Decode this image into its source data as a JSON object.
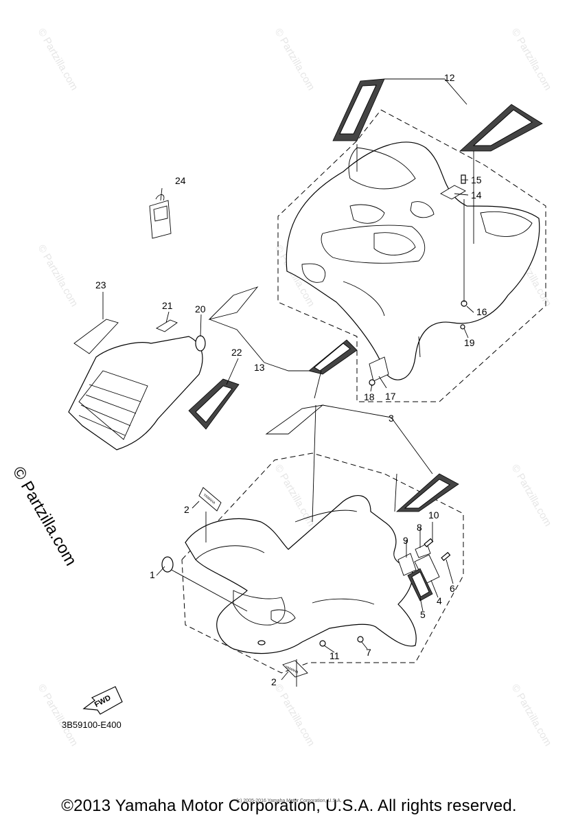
{
  "diagram": {
    "code": "3B59100-E400",
    "copyright": "©2013 Yamaha Motor Corporation, U.S.A. All rights reserved.",
    "copyright_small": "(c) 2005-2016 Yamaha Motor Corporation, U.S.A.",
    "site_mark": "© Partzilla.com",
    "watermark": "© Partzilla.com",
    "fwd_label": "FWD",
    "decal_text": "YAMAHA",
    "callouts": {
      "c1": "1",
      "c2a": "2",
      "c2b": "2",
      "c3": "3",
      "c4": "4",
      "c5": "5",
      "c6": "6",
      "c7": "7",
      "c8": "8",
      "c9": "9",
      "c10": "10",
      "c11": "11",
      "c12": "12",
      "c13": "13",
      "c14": "14",
      "c15": "15",
      "c16": "16",
      "c17": "17",
      "c18": "18",
      "c19": "19",
      "c20": "20",
      "c21": "21",
      "c22": "22",
      "c23": "23",
      "c24": "24"
    }
  }
}
